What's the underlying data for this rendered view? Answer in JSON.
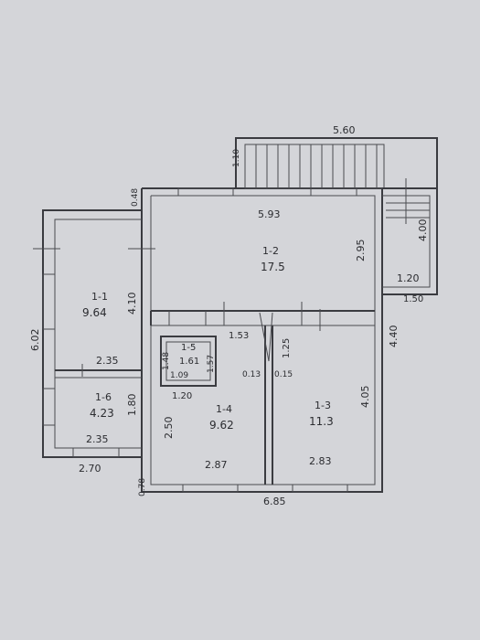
{
  "plan": {
    "rooms": [
      {
        "id": "1-1",
        "area": "9.64"
      },
      {
        "id": "1-2",
        "area": "17.5"
      },
      {
        "id": "1-3",
        "area": "11.3"
      },
      {
        "id": "1-4",
        "area": "9.62"
      },
      {
        "id": "1-5",
        "area": "1.61"
      },
      {
        "id": "1-6",
        "area": "4.23"
      }
    ],
    "dims": {
      "stair_top": "5.60",
      "stair_step": "1.10",
      "outer_left_top": "0.48",
      "room2_width": "5.93",
      "room2_height": "2.95",
      "terrace_height": "4.00",
      "terrace_width_inner": "1.20",
      "terrace_width_outer": "1.50",
      "room1_height": "4.10",
      "total_height_left": "6.02",
      "total_height_right": "4.40",
      "room1_width": "2.35",
      "room6_height": "1.80",
      "room6_width": "2.35",
      "bottom_left": "2.70",
      "bottom_offset": "0.78",
      "room5_h1": "1.48",
      "room5_w": "1.09",
      "room5_h2": "1.57",
      "room5_w2": "1.20",
      "corridor_w": "1.53",
      "corridor_h": "1.25",
      "door_a": "0.13",
      "door_b": "0.15",
      "room4_height": "2.50",
      "room4_width": "2.87",
      "room3_height": "4.05",
      "room3_width": "2.83",
      "total_width": "6.85"
    }
  }
}
